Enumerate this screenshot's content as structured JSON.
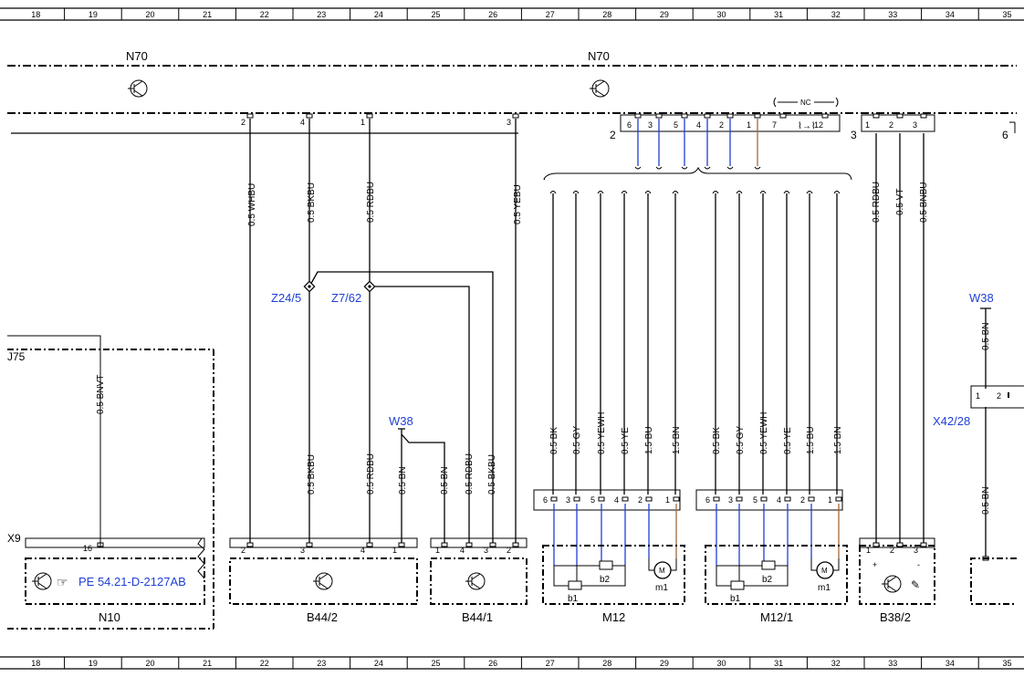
{
  "ruler": {
    "columns": [
      "18",
      "19",
      "20",
      "21",
      "22",
      "23",
      "24",
      "25",
      "26",
      "27",
      "28",
      "29",
      "30",
      "31",
      "32",
      "33",
      "34",
      "35"
    ]
  },
  "bus_labels": {
    "left": "N70",
    "right": "N70"
  },
  "nc_label": "NC",
  "connector_side_labels": {
    "c2": "2",
    "c3": "3",
    "c6": "6"
  },
  "n70_pins": {
    "left": [
      "2",
      "4",
      "1",
      "3"
    ],
    "mid": [
      "6",
      "3",
      "5",
      "4",
      "2",
      "1",
      "7",
      "12"
    ],
    "right": [
      "1",
      "2",
      "3"
    ]
  },
  "wires": {
    "whbu": "0.5 WHBU",
    "bkbu_top": "0.5 BKBU",
    "rdbu_top": "0.5 RDBU",
    "yebu": "0.5 YEBU",
    "bkbu_low": "0.5 BKBU",
    "rdbu_low": "0.5 RDBU",
    "bn_low1": "0.5 BN",
    "bn_low2": "0.5 BN",
    "rdbu_low2": "0.5 RDBU",
    "bkbu_low2": "0.5 BKBU",
    "bnvt": "0.5 BNVT",
    "b38_rdbu": "0.5 RDBU",
    "b38_vt": "0.5 VT",
    "b38_bnbu": "0.5 BNBU",
    "w38_bn": "0.5 BN",
    "x42_bn": "0.5 BN",
    "m12": [
      "0.5 BK",
      "0.5 GY",
      "0.5 YEWH",
      "0.5 YE",
      "1.5 BU",
      "1.5 BN"
    ],
    "m121": [
      "0.5 BK",
      "0.5 GY",
      "0.5 YEWH",
      "0.5 YE",
      "1.5 BU",
      "1.5 BN"
    ]
  },
  "splices": {
    "z24": "Z24/5",
    "z7": "Z7/62"
  },
  "grounds": {
    "w38_left": "W38",
    "w38_right": "W38"
  },
  "connectors": {
    "x42": "X42/28",
    "x42_pins": [
      "1",
      "2"
    ],
    "x9": "X9",
    "j75": "J75",
    "x9_pin": "16"
  },
  "components": {
    "n10": {
      "name": "N10",
      "ref": "PE 54.21-D-2127AB"
    },
    "b44_2": {
      "name": "B44/2",
      "pins": [
        "2",
        "3",
        "4",
        "1"
      ]
    },
    "b44_1": {
      "name": "B44/1",
      "pins": [
        "1",
        "4",
        "3",
        "2"
      ]
    },
    "m12": {
      "name": "M12",
      "pins": [
        "6",
        "3",
        "5",
        "4",
        "2",
        "1"
      ],
      "b1": "b1",
      "b2": "b2",
      "m1": "m1"
    },
    "m121": {
      "name": "M12/1",
      "pins": [
        "6",
        "3",
        "5",
        "4",
        "2",
        "1"
      ],
      "b1": "b1",
      "b2": "b2",
      "m1": "m1"
    },
    "b38_2": {
      "name": "B38/2",
      "pins": [
        "1",
        "2",
        "3"
      ],
      "signs": [
        "+",
        "-"
      ]
    }
  },
  "colors": {
    "blue_wire": "#1f3fd6",
    "brown_wire": "#a06a3c",
    "label_blue": "#1f3fd6"
  }
}
